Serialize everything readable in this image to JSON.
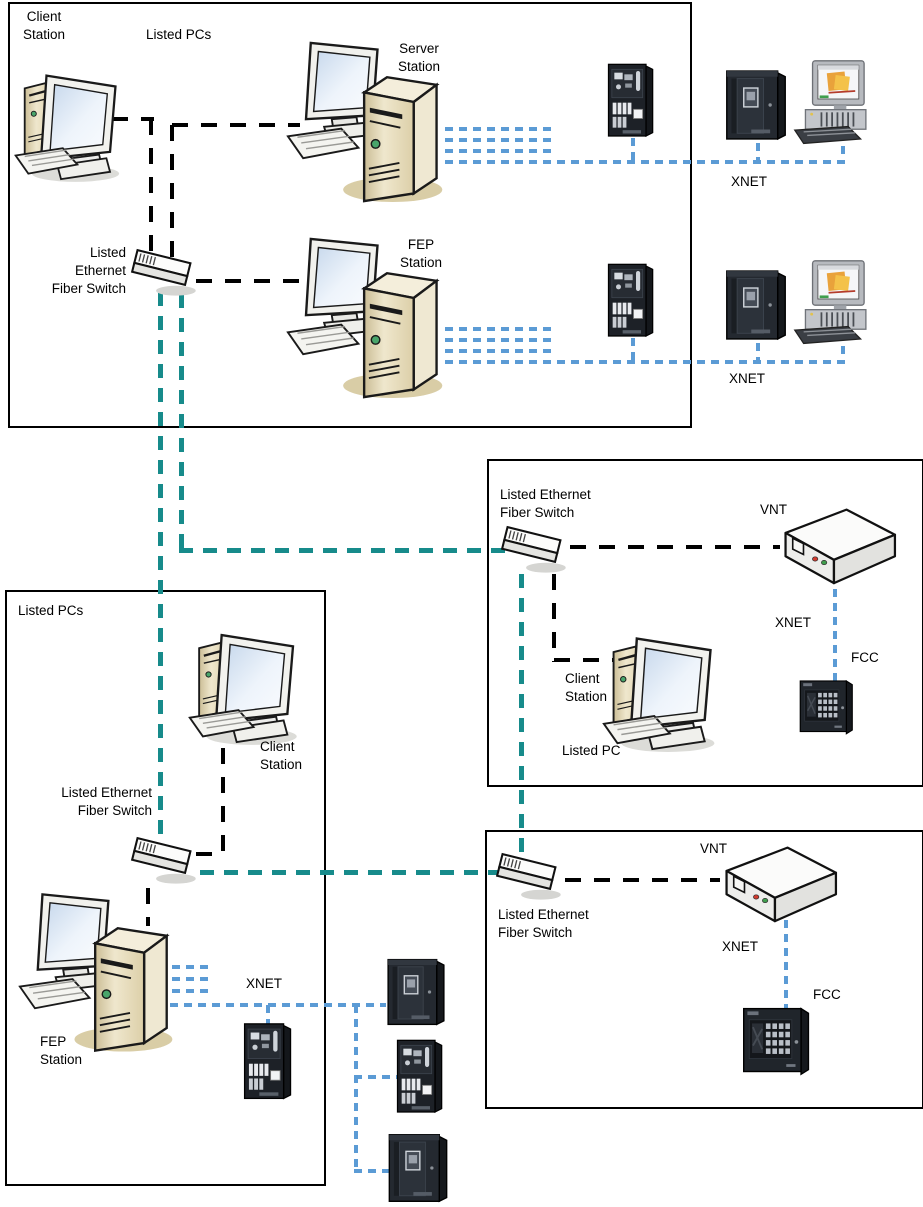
{
  "colors": {
    "teal": "#178b8b",
    "blue": "#5b9bd5",
    "line_black": "#000000"
  },
  "groups": {
    "top": {
      "client_station_label": "Client Station",
      "listed_pcs_label": "Listed PCs",
      "server_station_label": "Server Station",
      "fep_station_label": "FEP Station",
      "switch_label_lines": [
        "Listed",
        "Ethernet",
        "Fiber Switch"
      ],
      "xnet_row1_label": "XNET",
      "xnet_row2_label": "XNET"
    },
    "mid_right": {
      "switch_label_lines": [
        "Listed Ethernet",
        "Fiber Switch"
      ],
      "vnt_label": "VNT",
      "xnet_label": "XNET",
      "fcc_label": "FCC",
      "client_station_label": "Client Station",
      "listed_pc_label": "Listed PC"
    },
    "bottom_left": {
      "listed_pcs_label": "Listed PCs",
      "client_station_label": "Client Station",
      "switch_label_lines": [
        "Listed Ethernet",
        "Fiber Switch"
      ],
      "fep_station_label": "FEP Station",
      "xnet_label": "XNET"
    },
    "bottom_right": {
      "switch_label_lines": [
        "Listed Ethernet",
        "Fiber Switch"
      ],
      "vnt_label": "VNT",
      "xnet_label": "XNET",
      "fcc_label": "FCC"
    }
  }
}
